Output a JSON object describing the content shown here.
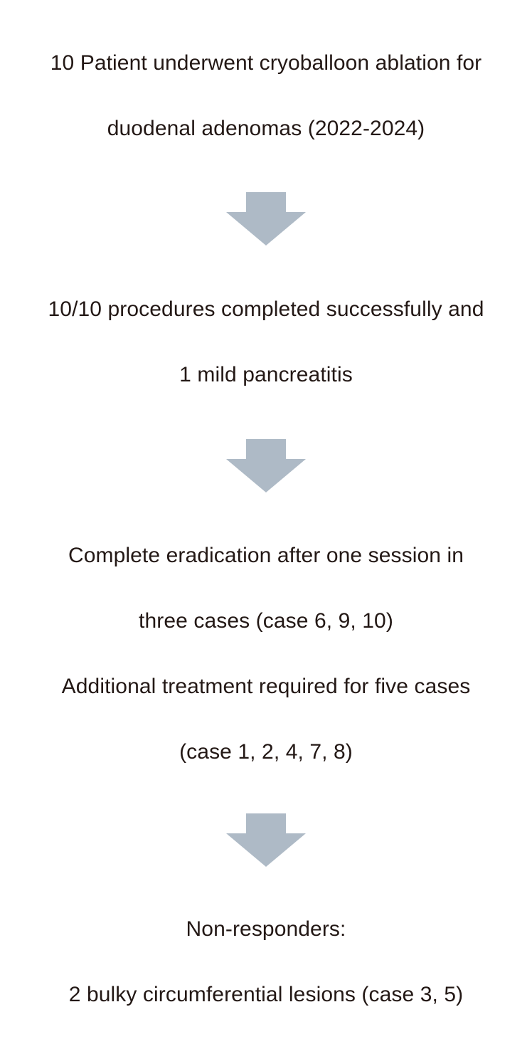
{
  "figure": {
    "type": "flowchart",
    "orientation": "vertical",
    "background_color": "#ffffff",
    "text_color": "#231815",
    "arrow_color": "#aebac6"
  },
  "steps": [
    {
      "id": "cohort",
      "lines": [
        "10 Patient underwent cryoballoon ablation for",
        "duodenal adenomas (2022-2024)"
      ]
    },
    {
      "id": "procedure-outcome",
      "lines": [
        "10/10 procedures completed successfully and",
        "1 mild pancreatitis"
      ]
    },
    {
      "id": "response",
      "lines": [
        "Complete eradication after one session in",
        "three cases (case 6, 9, 10)",
        "Additional treatment required for five cases",
        "(case 1, 2, 4, 7, 8)"
      ]
    },
    {
      "id": "non-responders",
      "lines": [
        "Non-responders:",
        "2 bulky circumferential lesions (case 3, 5)"
      ]
    }
  ],
  "connectors": [
    {
      "id": "arrow-1",
      "icon": "down-arrow-icon"
    },
    {
      "id": "arrow-2",
      "icon": "down-arrow-icon"
    },
    {
      "id": "arrow-3",
      "icon": "down-arrow-icon"
    }
  ]
}
